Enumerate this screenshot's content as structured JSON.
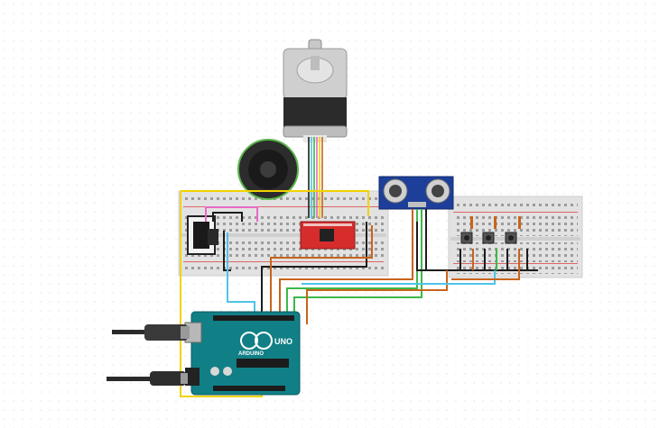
{
  "components": {
    "stepper_motor": {
      "icon": "stepper-motor-icon"
    },
    "speaker": {
      "icon": "speaker-icon"
    },
    "ultrasonic_sensor": {
      "icon": "ultrasonic-sensor-icon"
    },
    "stepper_driver": {
      "icon": "stepper-driver-board-icon"
    },
    "mp3_module": {
      "icon": "mp3-player-module-icon"
    },
    "push_buttons": {
      "count": 3,
      "icon": "push-button-icon"
    },
    "arduino": {
      "model_label": "UNO",
      "brand_label": "ARDUINO",
      "icon": "arduino-uno-icon"
    }
  },
  "colors": {
    "background_dots": "#e6e6e6",
    "breadboard": "#e2e2e2",
    "board_red": "#d62c2c",
    "arduino_teal": "#117f86",
    "wire_yellow": "#f2d200",
    "wire_black": "#1c1c1c",
    "wire_orange": "#c8641a",
    "wire_cyan": "#4ec3e8",
    "wire_green": "#3db84a",
    "wire_pink": "#e86ac7",
    "sensor_blue": "#1d3f9a"
  }
}
